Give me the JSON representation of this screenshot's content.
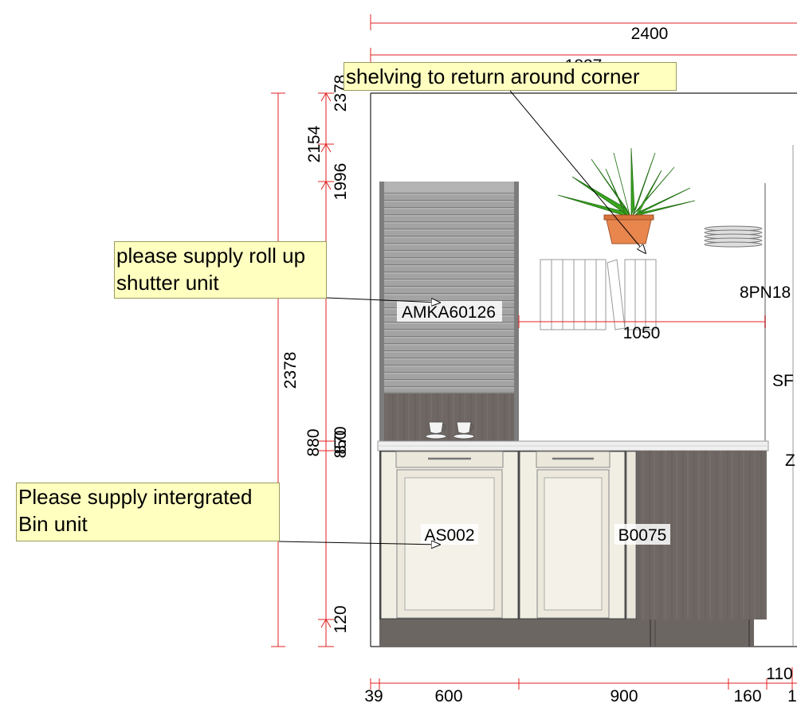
{
  "dimensions": {
    "top_overall": "2400",
    "top_partial": "1827",
    "left_overall": "2378",
    "left_tall_top": "2378",
    "left_wall_top": "2154",
    "left_wall_bottom": "1996",
    "left_base_880": "880",
    "left_base_870": "870",
    "left_base_850": "850",
    "left_plinth": "120",
    "shelf_width": "1050",
    "bottom_39": "39",
    "bottom_600": "600",
    "bottom_900": "900",
    "bottom_160": "160",
    "bottom_110": "110",
    "bottom_1": "1"
  },
  "unit_codes": {
    "tall_unit": "AMKA60126",
    "bin_unit": "AS002",
    "base_unit": "B0075",
    "shelf_unit": "8PN18",
    "right_s": "SF",
    "right_z": "Z"
  },
  "notes": {
    "shelving": "shelving to return around corner",
    "shutter_line1": "please supply roll up",
    "shutter_line2": "shutter unit",
    "bin_line1": "Please supply intergrated",
    "bin_line2": "Bin unit"
  },
  "colors": {
    "dimension_line": "#e02020",
    "note_fill": "#ffffc0",
    "shutter": "#9c9c9c",
    "dark_wood": "#6f6763",
    "cream_door": "#f1eee3"
  }
}
